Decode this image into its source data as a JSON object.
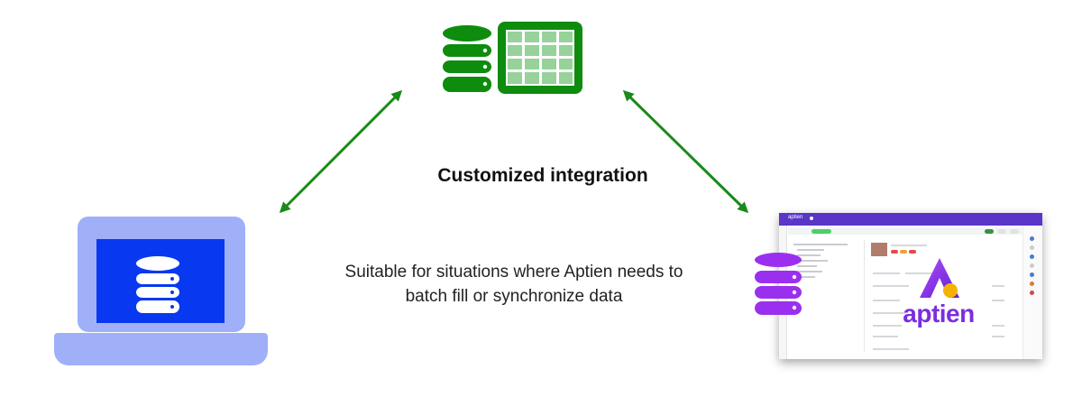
{
  "diagram": {
    "title": "Customized integration",
    "description_line1": "Suitable for situations where Aptien needs to",
    "description_line2": "batch fill or synchronize data"
  },
  "app": {
    "logo_text": "aptien",
    "watermark_text": "aptien"
  },
  "colors": {
    "arrow": "#1a8a1a",
    "database_green": "#0e8c0e",
    "laptop_frame": "#9fb0f8",
    "laptop_screen": "#0838f0",
    "database_purple": "#9b2ff0",
    "app_header": "#5a35c8"
  },
  "icons": [
    "database-icon",
    "spreadsheet-icon",
    "laptop-icon",
    "aptien-logo-icon"
  ]
}
